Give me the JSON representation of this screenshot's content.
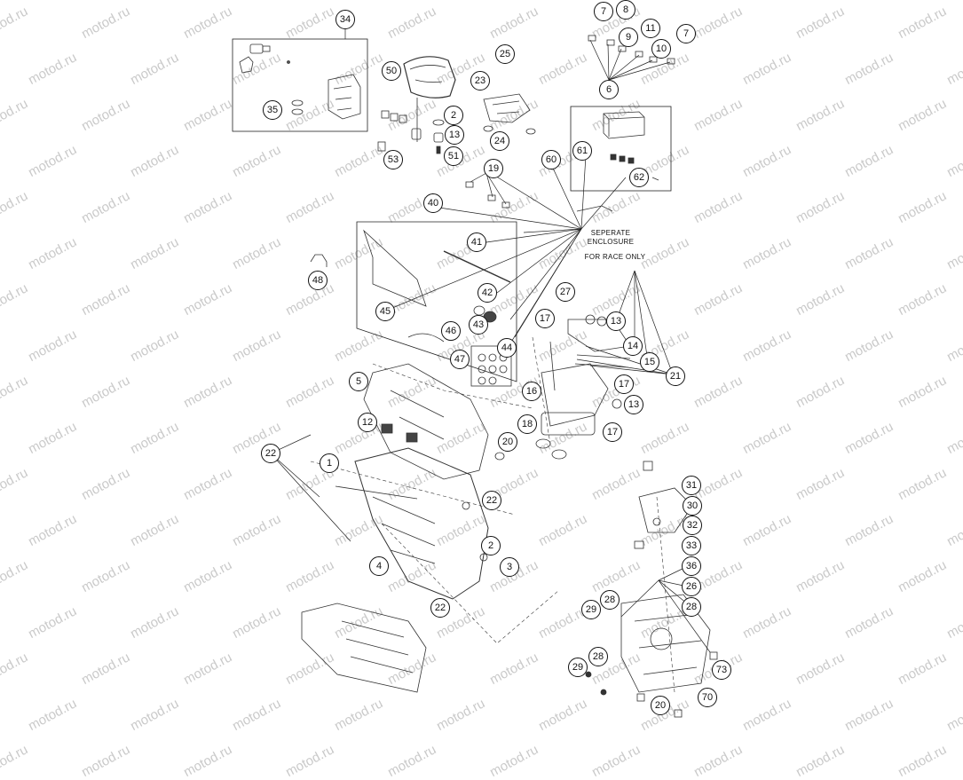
{
  "watermark": {
    "text": "motod.ru"
  },
  "notes": {
    "separate_enclosure": "SEPERATE\nENCLOSURE",
    "for_race_only": "FOR RACE ONLY"
  },
  "callouts": [
    {
      "id": "c34",
      "label": "34"
    },
    {
      "id": "c7a",
      "label": "7"
    },
    {
      "id": "c8",
      "label": "8"
    },
    {
      "id": "c9",
      "label": "9"
    },
    {
      "id": "c11",
      "label": "11"
    },
    {
      "id": "c10",
      "label": "10"
    },
    {
      "id": "c7b",
      "label": "7"
    },
    {
      "id": "c6",
      "label": "6"
    },
    {
      "id": "c25",
      "label": "25"
    },
    {
      "id": "c50",
      "label": "50"
    },
    {
      "id": "c23",
      "label": "23"
    },
    {
      "id": "c35",
      "label": "35"
    },
    {
      "id": "c2a",
      "label": "2"
    },
    {
      "id": "c13a",
      "label": "13"
    },
    {
      "id": "c24",
      "label": "24"
    },
    {
      "id": "c51",
      "label": "51"
    },
    {
      "id": "c53",
      "label": "53"
    },
    {
      "id": "c61",
      "label": "61"
    },
    {
      "id": "c60",
      "label": "60"
    },
    {
      "id": "c19",
      "label": "19"
    },
    {
      "id": "c62",
      "label": "62"
    },
    {
      "id": "c40",
      "label": "40"
    },
    {
      "id": "c41",
      "label": "41"
    },
    {
      "id": "c48",
      "label": "48"
    },
    {
      "id": "c27",
      "label": "27"
    },
    {
      "id": "c42",
      "label": "42"
    },
    {
      "id": "c45",
      "label": "45"
    },
    {
      "id": "c13b",
      "label": "13"
    },
    {
      "id": "c17a",
      "label": "17"
    },
    {
      "id": "c43",
      "label": "43"
    },
    {
      "id": "c46",
      "label": "46"
    },
    {
      "id": "c14",
      "label": "14"
    },
    {
      "id": "c44",
      "label": "44"
    },
    {
      "id": "c15",
      "label": "15"
    },
    {
      "id": "c47",
      "label": "47"
    },
    {
      "id": "c21",
      "label": "21"
    },
    {
      "id": "c5",
      "label": "5"
    },
    {
      "id": "c16",
      "label": "16"
    },
    {
      "id": "c17b",
      "label": "17"
    },
    {
      "id": "c13c",
      "label": "13"
    },
    {
      "id": "c12",
      "label": "12"
    },
    {
      "id": "c18",
      "label": "18"
    },
    {
      "id": "c17c",
      "label": "17"
    },
    {
      "id": "c20a",
      "label": "20"
    },
    {
      "id": "c22a",
      "label": "22"
    },
    {
      "id": "c1",
      "label": "1"
    },
    {
      "id": "c31",
      "label": "31"
    },
    {
      "id": "c22b",
      "label": "22"
    },
    {
      "id": "c30",
      "label": "30"
    },
    {
      "id": "c32",
      "label": "32"
    },
    {
      "id": "c33",
      "label": "33"
    },
    {
      "id": "c2b",
      "label": "2"
    },
    {
      "id": "c3",
      "label": "3"
    },
    {
      "id": "c4",
      "label": "4"
    },
    {
      "id": "c36",
      "label": "36"
    },
    {
      "id": "c26",
      "label": "26"
    },
    {
      "id": "c28a",
      "label": "28"
    },
    {
      "id": "c29a",
      "label": "29"
    },
    {
      "id": "c28b",
      "label": "28"
    },
    {
      "id": "c22c",
      "label": "22"
    },
    {
      "id": "c29b",
      "label": "29"
    },
    {
      "id": "c28c",
      "label": "28"
    },
    {
      "id": "c73",
      "label": "73"
    },
    {
      "id": "c70",
      "label": "70"
    },
    {
      "id": "c20b",
      "label": "20"
    }
  ]
}
